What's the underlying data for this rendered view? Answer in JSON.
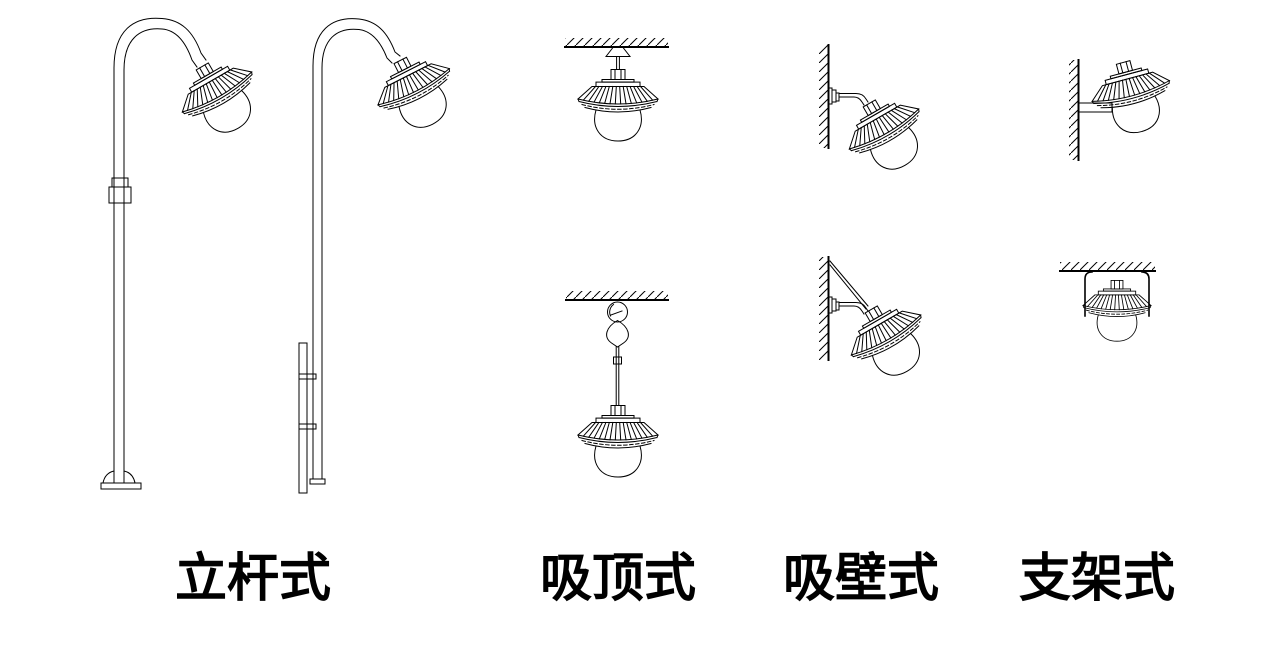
{
  "page": {
    "background_color": "#ffffff",
    "line_color": "#000000",
    "label_color": "#000000",
    "description_icon": "cad-lamp-mounting-styles-diagram"
  },
  "labels": [
    {
      "text": "立杆式"
    },
    {
      "text": "吸顶式"
    },
    {
      "text": "吸壁式"
    },
    {
      "text": "支架式"
    }
  ],
  "figures": [
    {
      "icon": "pole-lamp-ground-base-icon",
      "column": "立杆式"
    },
    {
      "icon": "pole-lamp-strap-channel-icon",
      "column": "立杆式"
    },
    {
      "icon": "ceiling-surface-lamp-icon",
      "column": "吸顶式"
    },
    {
      "icon": "ceiling-hook-pendant-lamp-icon",
      "column": "吸顶式"
    },
    {
      "icon": "wall-arm-lamp-icon",
      "column": "吸壁式"
    },
    {
      "icon": "wall-arm-braced-lamp-icon",
      "column": "吸壁式"
    },
    {
      "icon": "wall-bracket-lamp-icon",
      "column": "支架式"
    },
    {
      "icon": "ceiling-yoke-bracket-lamp-icon",
      "column": "支架式"
    }
  ]
}
